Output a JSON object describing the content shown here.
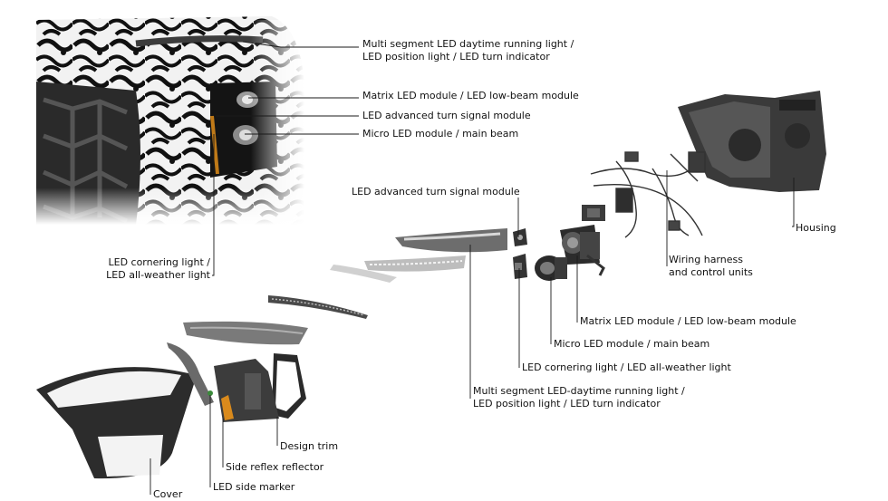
{
  "labels": {
    "top_drl": [
      "Multi segment LED daytime running light /",
      "LED position light / LED turn indicator"
    ],
    "top_matrix": "Matrix LED module / LED low-beam module",
    "top_turn": "LED advanced turn signal module",
    "top_micro": "Micro LED module / main beam",
    "cornering": [
      "LED cornering light /",
      "LED all-weather light"
    ],
    "exploded_turn": "LED advanced turn signal module",
    "housing": "Housing",
    "wiring": [
      "Wiring harness",
      "and control units"
    ],
    "ex_matrix": "Matrix LED module / LED low-beam module",
    "ex_micro": "Micro LED module / main beam",
    "ex_cornering": "LED cornering light / LED all-weather light",
    "ex_drl": [
      "Multi segment LED-daytime running light /",
      "LED position light / LED turn indicator"
    ],
    "design_trim": "Design trim",
    "side_reflex": "Side reflex reflector",
    "cover": "Cover",
    "side_marker": "LED side marker"
  },
  "colors": {
    "line": "#1a1a1a",
    "amber": "#d98a1c"
  }
}
